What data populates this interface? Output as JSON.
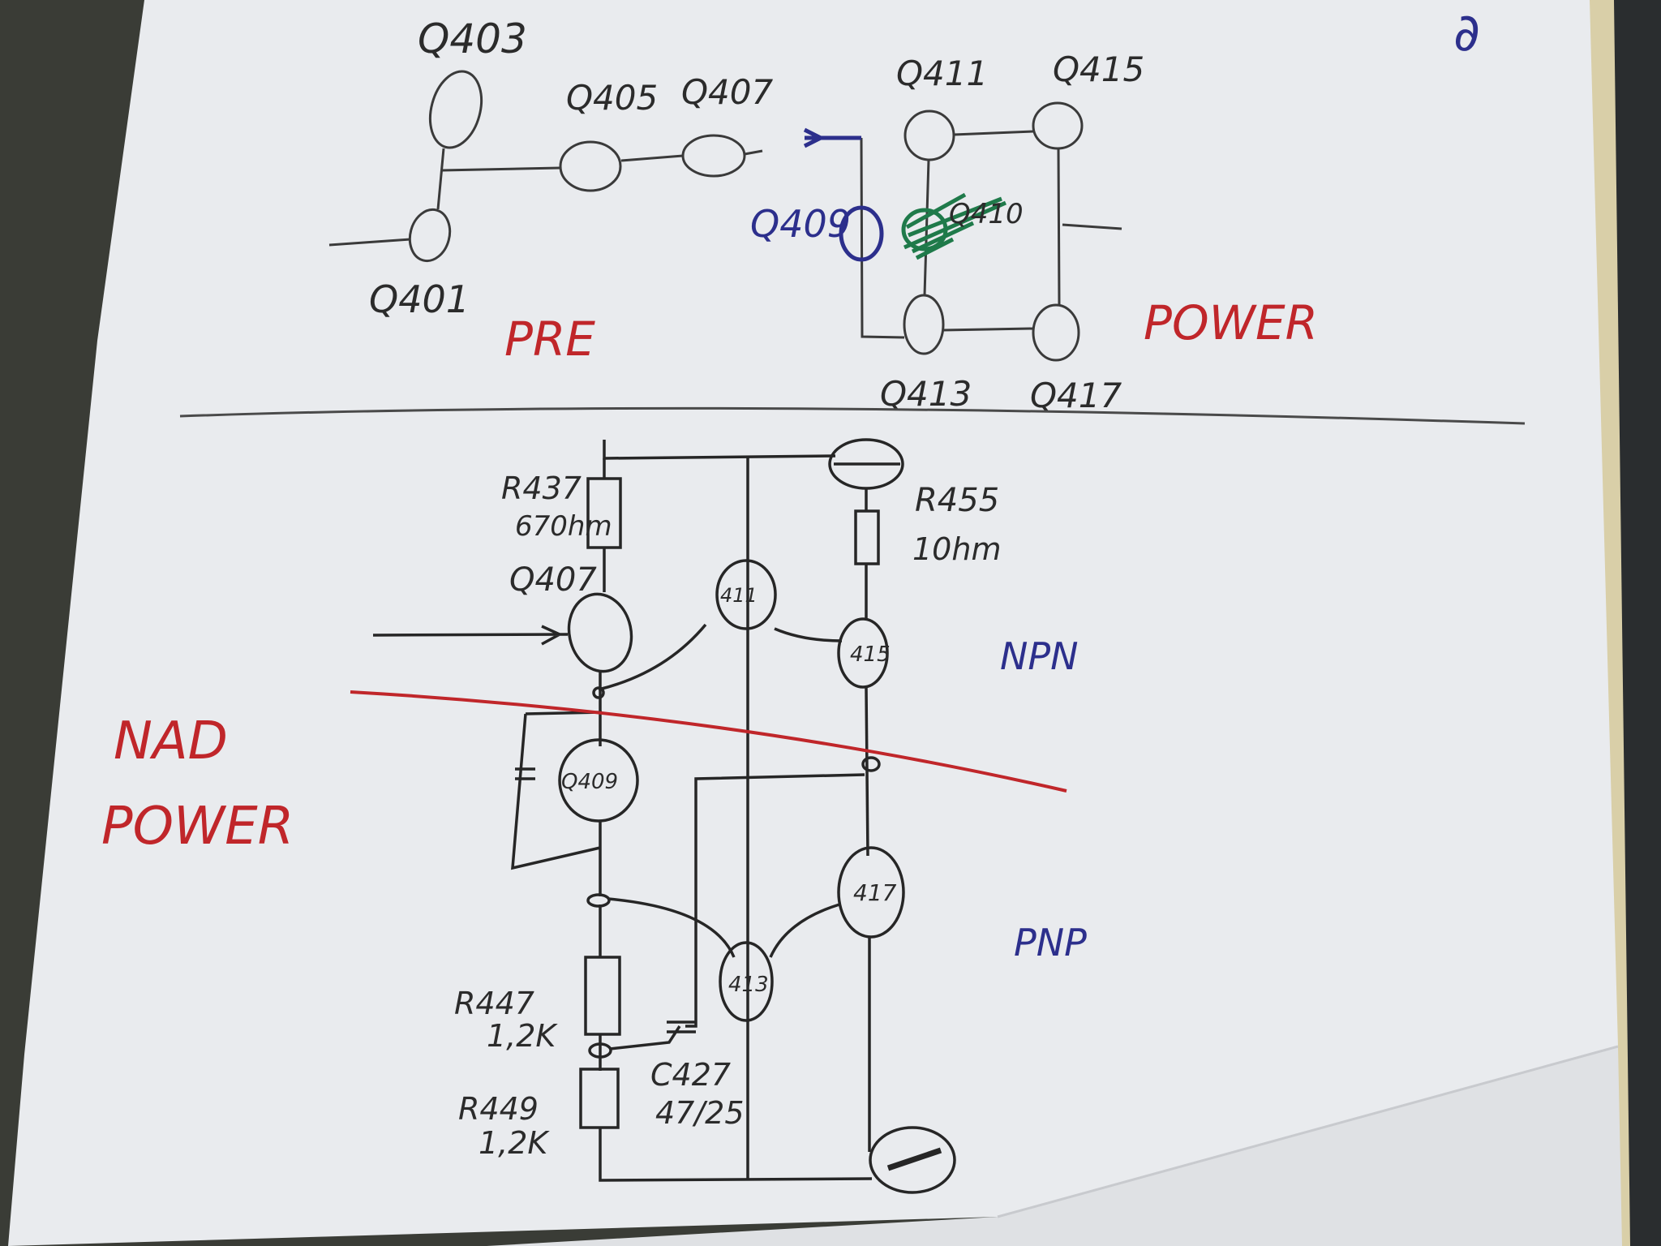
{
  "colors": {
    "paper": "#e9ebee",
    "pencil": "#3a3a3a",
    "red_ink": "#c0262a",
    "blue_ink": "#2c2f8c",
    "green_ink": "#1f7a4a"
  },
  "corner_mark": "∂",
  "top_diagram": {
    "section_pre": "PRE",
    "section_power": "POWER",
    "transistors": {
      "q403": "Q403",
      "q401": "Q401",
      "q405": "Q405",
      "q407": "Q407",
      "q409": "Q409",
      "q410": "Q410",
      "q411": "Q411",
      "q415": "Q415",
      "q413": "Q413",
      "q417": "Q417"
    }
  },
  "bottom_diagram": {
    "title_line1": "NAD",
    "title_line2": "POWER",
    "npn": "NPN",
    "pnp": "PNP",
    "r437": {
      "name": "R437",
      "value": "670hm"
    },
    "r455": {
      "name": "R455",
      "value": "10hm"
    },
    "r447": {
      "name": "R447",
      "value": "1,2K"
    },
    "r449": {
      "name": "R449",
      "value": "1,2K"
    },
    "c427": {
      "name": "C427",
      "value": "47/25"
    },
    "q407": "Q407",
    "q409": "Q409",
    "t411": "411",
    "t415": "415",
    "t417": "417",
    "t413": "413"
  }
}
